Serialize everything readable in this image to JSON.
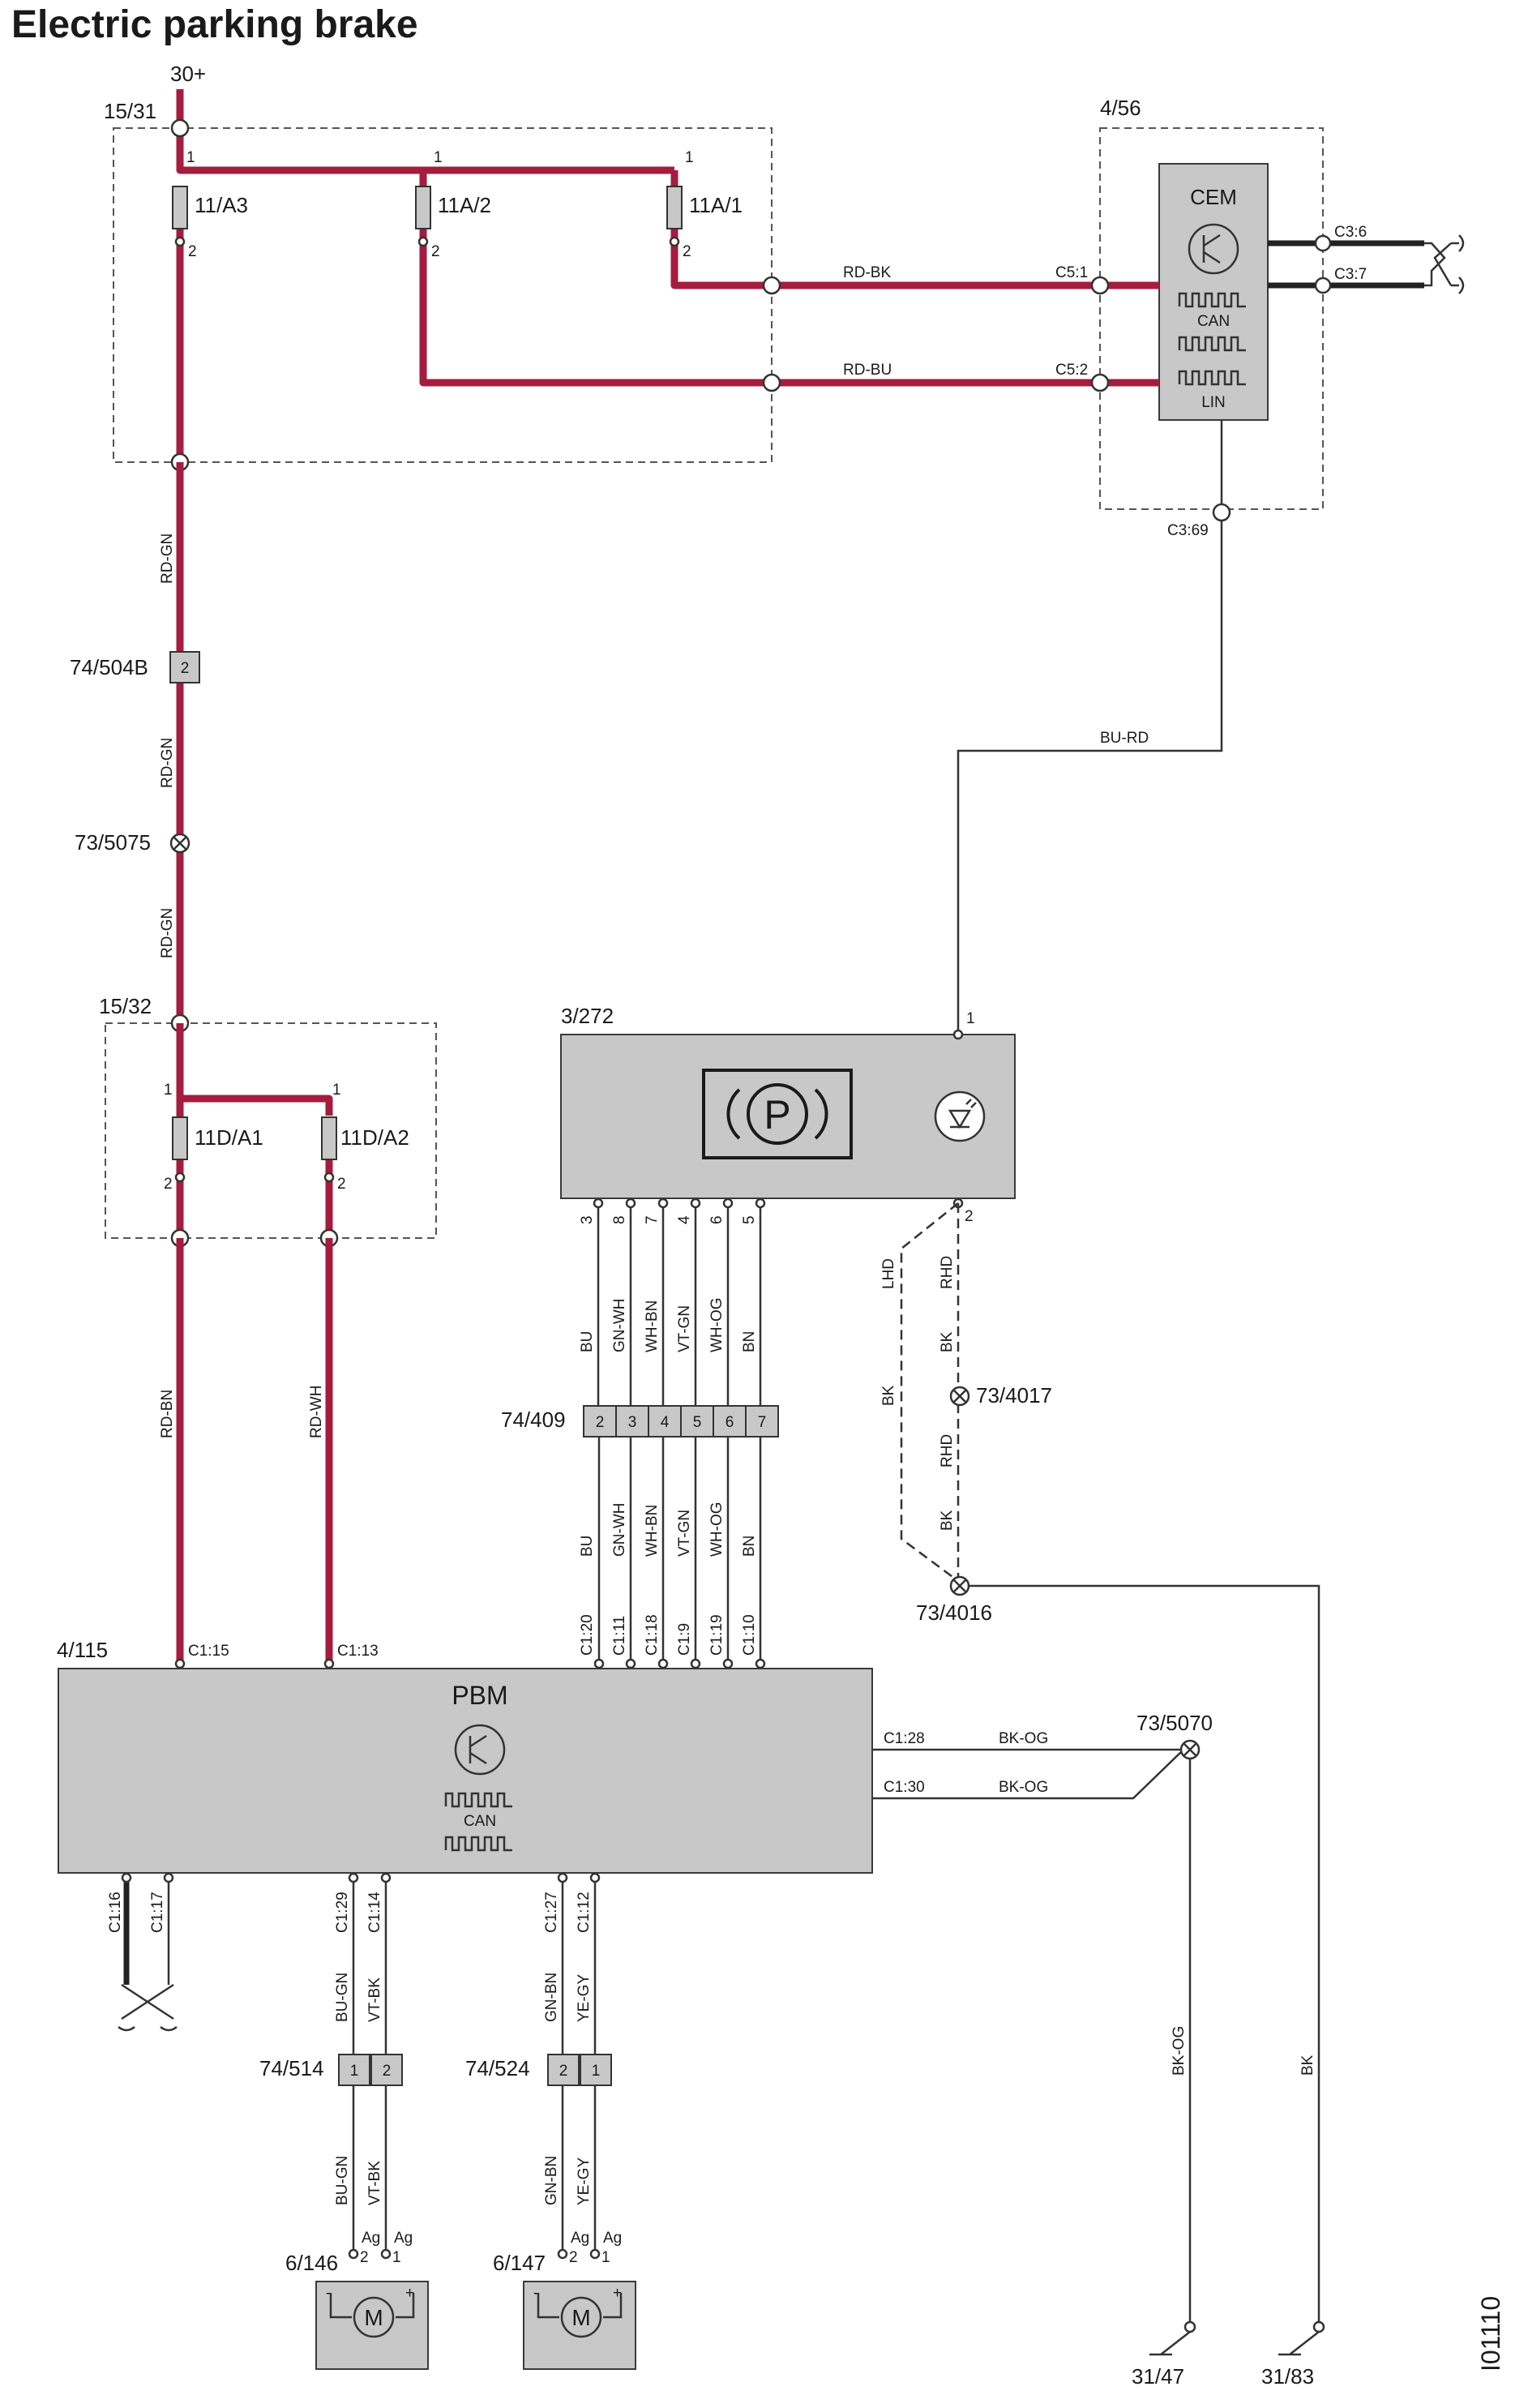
{
  "title": "Electric parking brake",
  "diagram_id": "I01110",
  "supply": "30+",
  "fuseboxes": {
    "fb1": {
      "id": "15/31",
      "fuses": [
        "11/A3",
        "11A/2",
        "11A/1"
      ],
      "pin_in": "1",
      "pin_out": "2"
    },
    "fb2": {
      "id": "15/32",
      "fuses": [
        "11D/A1",
        "11D/A2"
      ],
      "pin_in": "1",
      "pin_out": "2"
    }
  },
  "cem": {
    "id": "4/56",
    "name": "CEM",
    "can": "CAN",
    "lin": "LIN",
    "conn_rdbk": "C5:1",
    "conn_rdbu": "C5:2",
    "conn_c36": "C3:6",
    "conn_c37": "C3:7",
    "conn_c369": "C3:69"
  },
  "pbm": {
    "id": "4/115",
    "name": "PBM",
    "can": "CAN",
    "top_pins": [
      "C1:15",
      "C1:13",
      "C1:20",
      "C1:11",
      "C1:18",
      "C1:9",
      "C1:19",
      "C1:10"
    ],
    "right_pins": [
      "C1:28",
      "C1:30"
    ],
    "bottom_pins": [
      "C1:16",
      "C1:17",
      "C1:29",
      "C1:14",
      "C1:27",
      "C1:12"
    ]
  },
  "switch": {
    "id": "3/272",
    "symbol": "P",
    "pin1": "1",
    "pin2": "2",
    "pins": [
      "3",
      "8",
      "7",
      "4",
      "6",
      "5"
    ]
  },
  "connectors": {
    "c504b": {
      "id": "74/504B",
      "pin": "2"
    },
    "c409": {
      "id": "74/409",
      "pins": [
        "2",
        "3",
        "4",
        "5",
        "6",
        "7"
      ]
    },
    "c514": {
      "id": "74/514",
      "pins": [
        "1",
        "2"
      ]
    },
    "c524": {
      "id": "74/524",
      "pins": [
        "2",
        "1"
      ]
    }
  },
  "splices": [
    "73/5075",
    "73/4017",
    "73/4016",
    "73/5070"
  ],
  "motors": [
    {
      "id": "6/146",
      "pins": [
        "2",
        "1"
      ],
      "tag": "Ag",
      "minus": "-",
      "plus": "+",
      "m": "M"
    },
    {
      "id": "6/147",
      "pins": [
        "2",
        "1"
      ],
      "tag": "Ag",
      "minus": "-",
      "plus": "+",
      "m": "M"
    }
  ],
  "grounds": [
    "31/47",
    "31/83"
  ],
  "wire_colors": {
    "rd_gn": "RD-GN",
    "rd_bk": "RD-BK",
    "rd_bu": "RD-BU",
    "bu_rd": "BU-RD",
    "rd_bn": "RD-BN",
    "rd_wh": "RD-WH",
    "switch_wires": [
      "BU",
      "GN-WH",
      "WH-BN",
      "VT-GN",
      "WH-OG",
      "BN"
    ],
    "lhd": "LHD",
    "rhd": "RHD",
    "bk": "BK",
    "bk_og": "BK-OG",
    "m1": [
      "BU-GN",
      "VT-BK"
    ],
    "m2": [
      "GN-BN",
      "YE-GY"
    ]
  },
  "colors": {
    "power_wire": "#a51c3f",
    "component_fill": "#c8c8c8",
    "signal_wire": "#333333"
  }
}
